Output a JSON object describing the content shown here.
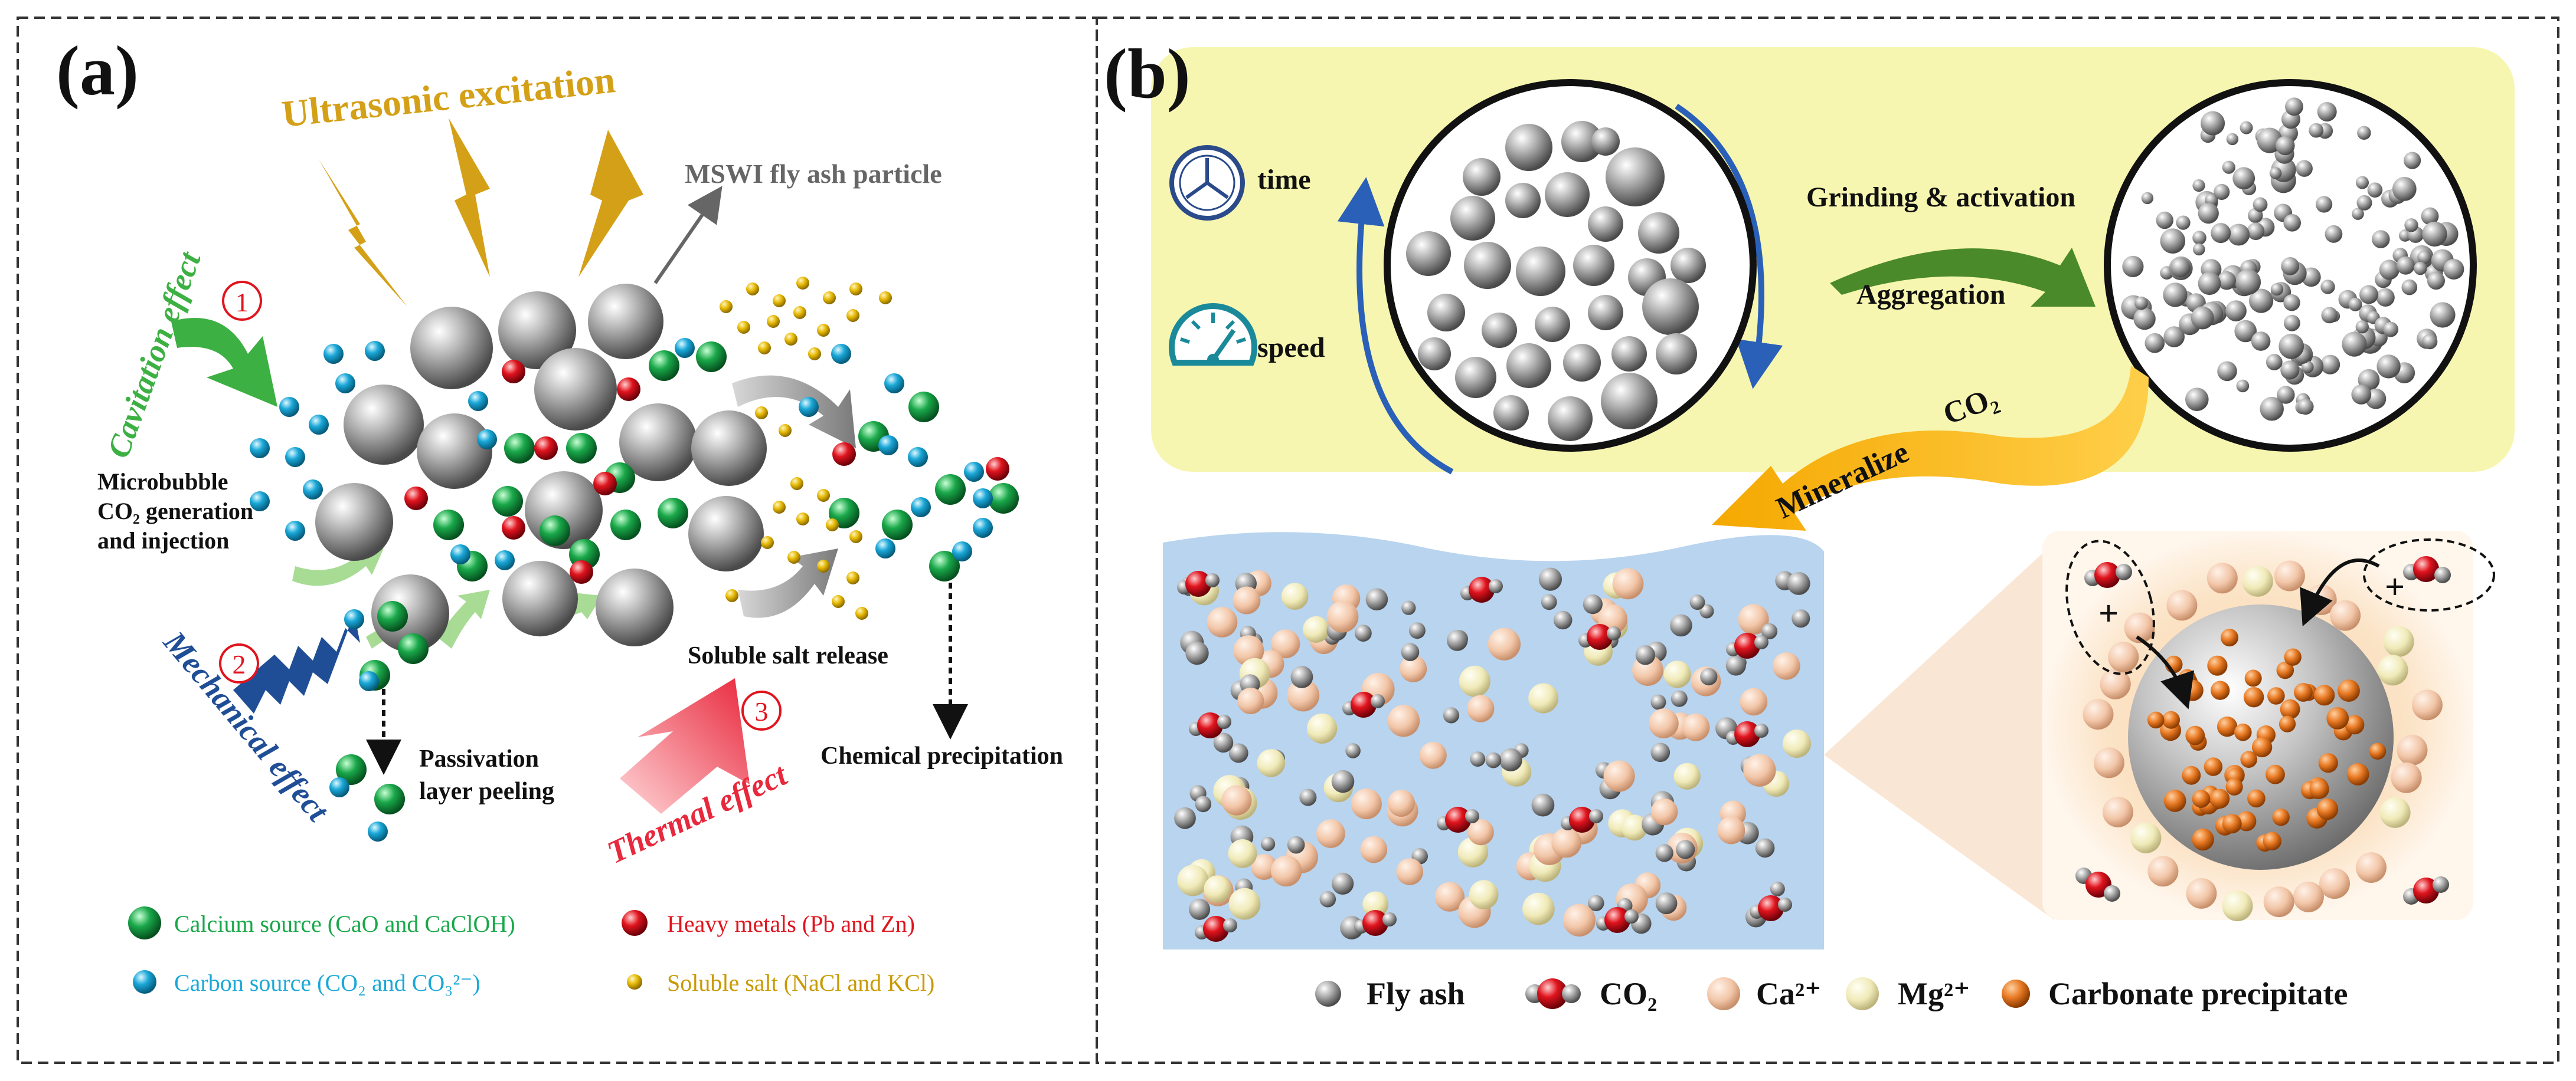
{
  "panel_a": {
    "label": "(a)",
    "ultrasonic": "Ultrasonic excitation",
    "fly_ash_particle": "MSWI fly ash particle",
    "cavitation": "Cavitation effect",
    "microbubble_1": "Microbubble",
    "microbubble_2": "CO₂ generation",
    "microbubble_3": "and injection",
    "mechanical": "Mechanical effect",
    "passivation_1": "Passivation",
    "passivation_2": "layer peeling",
    "thermal": "Thermal effect",
    "soluble_release": "Soluble salt release",
    "chem_precip": "Chemical precipitation",
    "num_1": "①",
    "num_2": "②",
    "num_3": "③",
    "legend": {
      "calcium": "Calcium source (CaO and CaClOH)",
      "heavy": "Heavy metals (Pb and Zn)",
      "carbon": "Carbon source (CO₂ and CO₃²⁻)",
      "soluble": "Soluble salt (NaCl and KCl)"
    }
  },
  "panel_b": {
    "label": "(b)",
    "time": "time",
    "speed": "speed",
    "grinding": "Grinding & activation",
    "aggregation": "Aggregation",
    "mineralize": "Mineralize",
    "co2": "CO₂",
    "legend": {
      "fly_ash": "Fly ash",
      "co2": "CO₂",
      "ca": "Ca²⁺",
      "mg": "Mg²⁺",
      "carbonate": "Carbonate precipitate"
    }
  },
  "colors": {
    "calcium": "#1aa84a",
    "heavy": "#e0141e",
    "carbon": "#1aa8d8",
    "soluble": "#e6b800",
    "ultrasonic": "#d4a017",
    "cavitation": "#3cb043",
    "mechanical": "#1f4e96",
    "thermal": "#e8283c",
    "panel_b_bg": "#f7f6b0",
    "solution": "#b8d4ef",
    "ca_ion": "#f2c6a8",
    "mg_ion": "#f0eab8",
    "carbonate": "#e87a24"
  }
}
